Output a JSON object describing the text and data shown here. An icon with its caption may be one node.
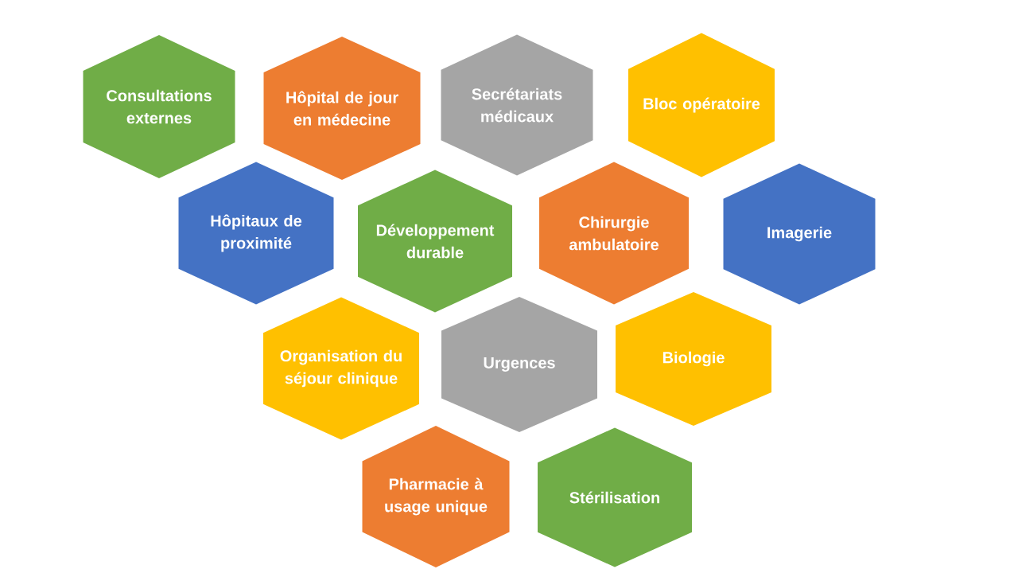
{
  "diagram": {
    "nodes": [
      {
        "text": [
          "Consultations externes"
        ]
      },
      {
        "text": [
          "Hôpital de jour en médecine"
        ]
      },
      {
        "text": [
          "Secrétariats médicaux"
        ]
      },
      {
        "text": [
          "Bloc opératoire"
        ]
      },
      {
        "text": [
          "Hôpitaux de proximité"
        ]
      },
      {
        "text": [
          "Développement durable"
        ]
      },
      {
        "text": [
          "Chirurgie ambulatoire"
        ]
      },
      {
        "text": [
          "Imagerie"
        ]
      },
      {
        "text": [
          "Organisation du séjour clinique"
        ]
      },
      {
        "text": [
          "Urgences"
        ]
      },
      {
        "text": [
          "Biologie"
        ]
      },
      {
        "text": [
          "Pharmacie à usage unique"
        ]
      },
      {
        "text": [
          "Stérilisation"
        ]
      }
    ]
  }
}
